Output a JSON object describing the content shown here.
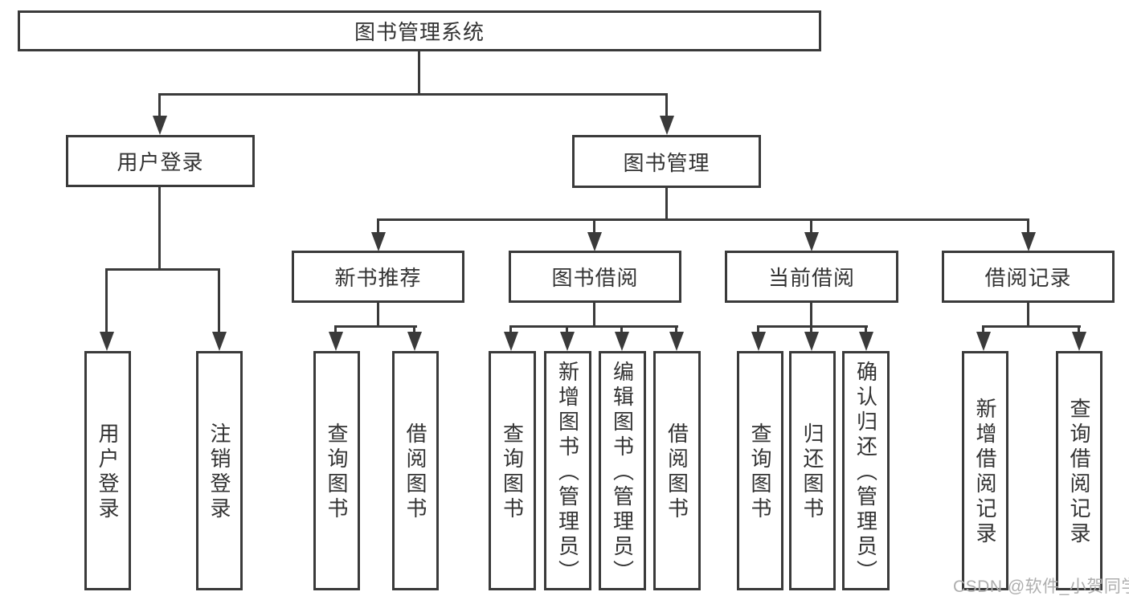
{
  "diagram": {
    "title": "图书管理系统",
    "colors": {
      "background": "#ffffff",
      "line": "#3a3a3a",
      "text": "#333333",
      "watermark": "#aeaeae"
    },
    "root": {
      "label": "图书管理系统"
    },
    "level2": [
      {
        "id": "user-login",
        "label": "用户登录"
      },
      {
        "id": "book-management",
        "label": "图书管理"
      }
    ],
    "level3": [
      {
        "id": "new-book-recommend",
        "parent": "图书管理",
        "label": "新书推荐"
      },
      {
        "id": "book-borrowing",
        "parent": "图书管理",
        "label": "图书借阅"
      },
      {
        "id": "current-borrowing",
        "parent": "图书管理",
        "label": "当前借阅"
      },
      {
        "id": "borrowing-records",
        "parent": "图书管理",
        "label": "借阅记录"
      }
    ],
    "leaves": [
      {
        "parent": "用户登录",
        "label": "用户登录"
      },
      {
        "parent": "用户登录",
        "label": "注销登录"
      },
      {
        "parent": "新书推荐",
        "label": "查询图书"
      },
      {
        "parent": "新书推荐",
        "label": "借阅图书"
      },
      {
        "parent": "图书借阅",
        "label": "查询图书"
      },
      {
        "parent": "图书借阅",
        "label": "新增图书（管理员）"
      },
      {
        "parent": "图书借阅",
        "label": "编辑图书（管理员）"
      },
      {
        "parent": "图书借阅",
        "label": "借阅图书"
      },
      {
        "parent": "当前借阅",
        "label": "查询图书"
      },
      {
        "parent": "当前借阅",
        "label": "归还图书"
      },
      {
        "parent": "当前借阅",
        "label": "确认归还（管理员）"
      },
      {
        "parent": "借阅记录",
        "label": "新增借阅记录"
      },
      {
        "parent": "借阅记录",
        "label": "查询借阅记录"
      }
    ],
    "watermark": {
      "text": "CSDN @软件_小贺同学"
    }
  }
}
